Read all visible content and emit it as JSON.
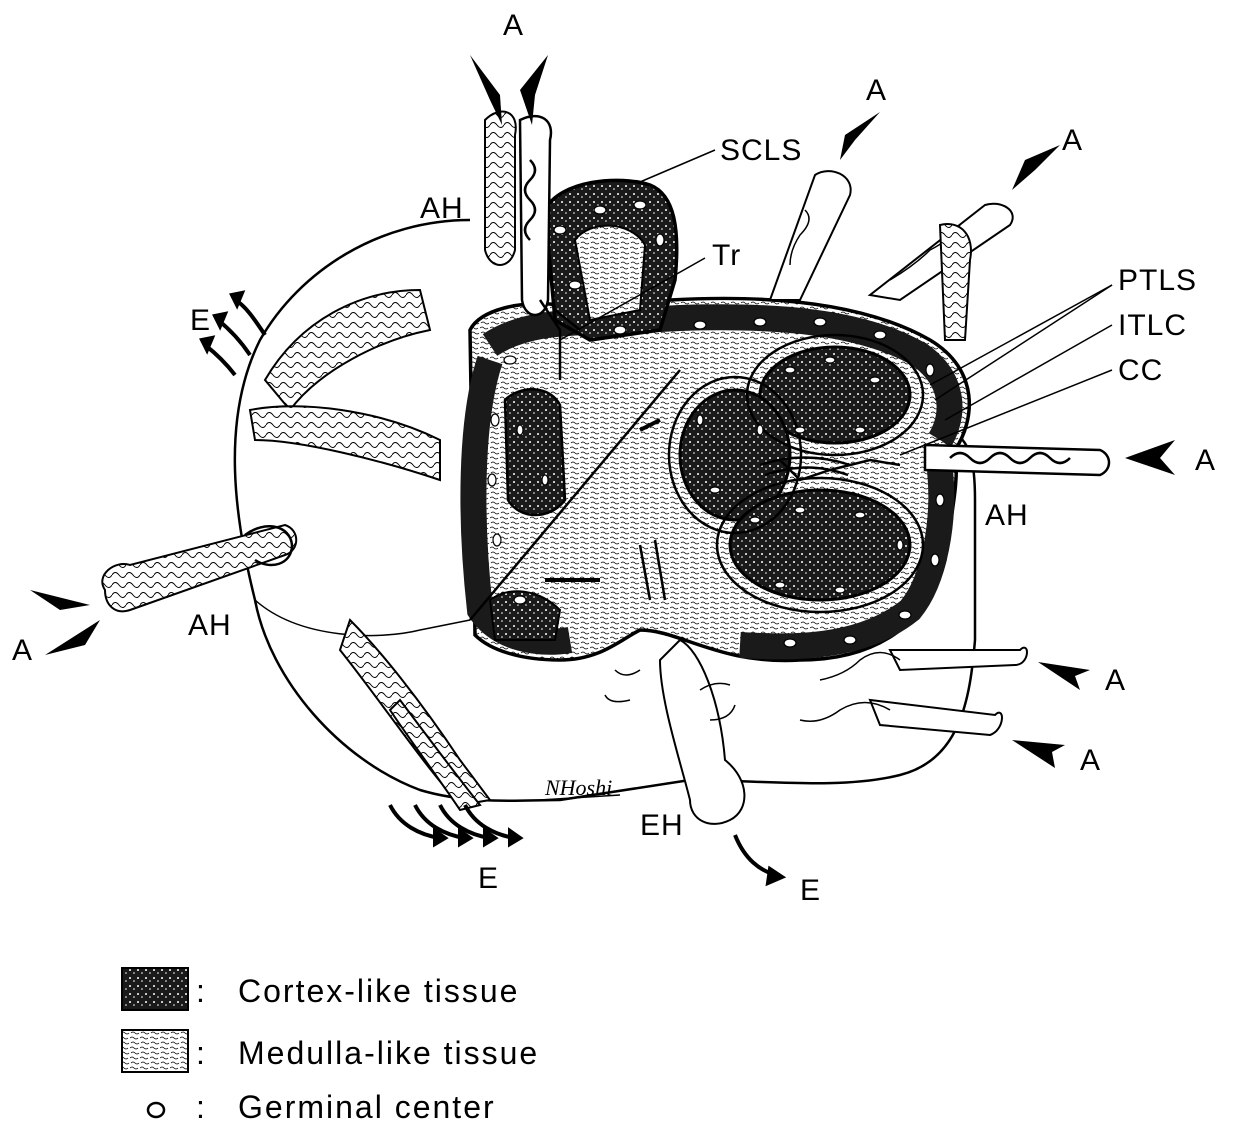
{
  "labels": {
    "A": "A",
    "E": "E",
    "AH": "AH",
    "EH": "EH",
    "SCLS": "SCLS",
    "Tr": "Tr",
    "PTLS": "PTLS",
    "ITLC": "ITLC",
    "CC": "CC"
  },
  "signature": "NHoshi",
  "legend": {
    "cortex": "Cortex-like  tissue",
    "medulla": "Medulla-like  tissue",
    "germinal": "Germinal  center",
    "colon": ":"
  }
}
